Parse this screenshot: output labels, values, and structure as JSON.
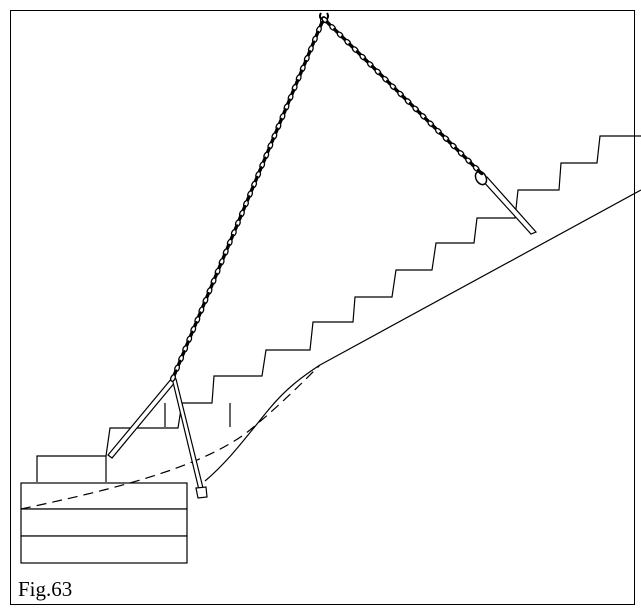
{
  "figure": {
    "caption": "Fig.63",
    "line_color": "#000000",
    "background": "#ffffff"
  },
  "components": {
    "chain": "lifting-chain",
    "hook": "crane-hook",
    "eye": "lifting-eye",
    "stair": "precast-stair-flight",
    "landing": "stacked-landing-blocks"
  }
}
